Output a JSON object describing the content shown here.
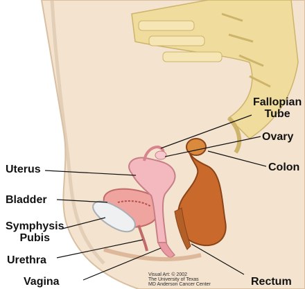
{
  "labels": {
    "fallopian_tube": [
      "Fallopian",
      "Tube"
    ],
    "ovary": "Ovary",
    "uterus": "Uterus",
    "colon": "Colon",
    "bladder": "Bladder",
    "symphysis_pubis": [
      "Symphysis",
      "Pubis"
    ],
    "urethra": "Urethra",
    "vagina": "Vagina",
    "rectum": "Rectum"
  },
  "credit": [
    "Visual Art: © 2002",
    "The University of Texas",
    "MD Anderson Cancer Center"
  ],
  "colors": {
    "skin": "#f3e3cf",
    "skin_edge": "#d9bfa0",
    "spine": "#f0dd9e",
    "spine_edge": "#cdb46a",
    "uterus": "#f4b9be",
    "bladder": "#f0a4a0",
    "colon": "#c96a2c",
    "pubis": "#eef0f2"
  }
}
